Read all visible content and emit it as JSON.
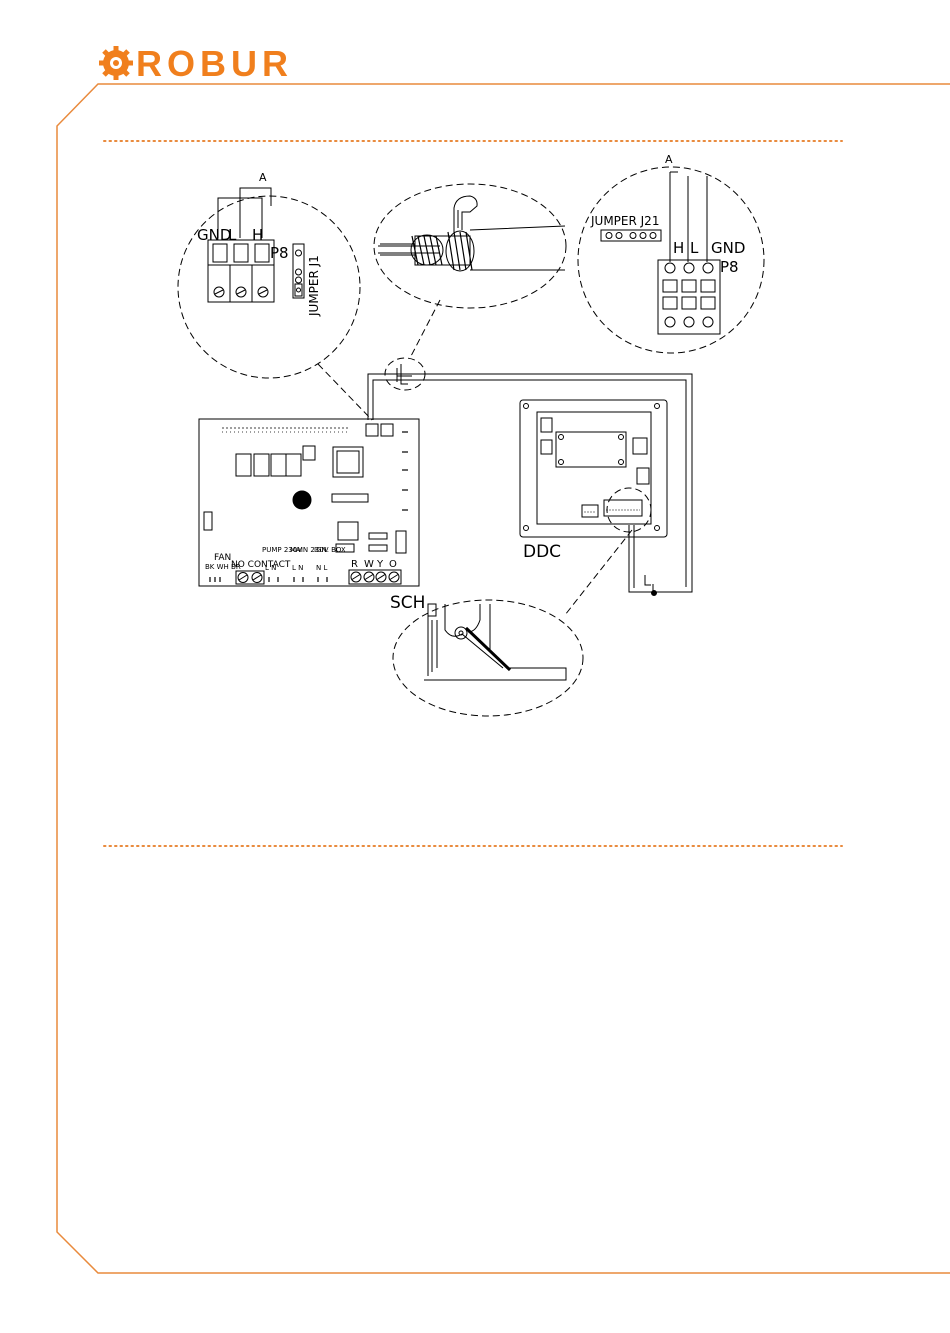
{
  "brand": {
    "name": "ROBUR",
    "color": "#f07f1d"
  },
  "colors": {
    "frame": "#e98a3c",
    "dotted_rule": "#e98a3c",
    "ink": "#000000"
  },
  "diagram": {
    "connector_a_left": "A",
    "connector_a_right": "A",
    "sch_terminals": {
      "gnd": "GND",
      "l": "L",
      "h": "H",
      "p8": "P8",
      "jumper": "JUMPER J1"
    },
    "ddc_terminals": {
      "jumper": "JUMPER J21",
      "h": "H",
      "l": "L",
      "gnd": "GND",
      "p8": "P8"
    },
    "board_labels": {
      "fan": "FAN",
      "fan_wires": "BK WH BR",
      "no_contact": "NO CONTACT",
      "pump": "PUMP 230V",
      "pump_ln": "L N",
      "main": "MAIN 230V",
      "main_ln": "L N",
      "ign_box": "IGN. BOX",
      "ign_nl": "N L",
      "rwyo": [
        "R",
        "W",
        "Y",
        "O"
      ]
    },
    "sch_label": "SCH",
    "ddc_label": "DDC"
  }
}
